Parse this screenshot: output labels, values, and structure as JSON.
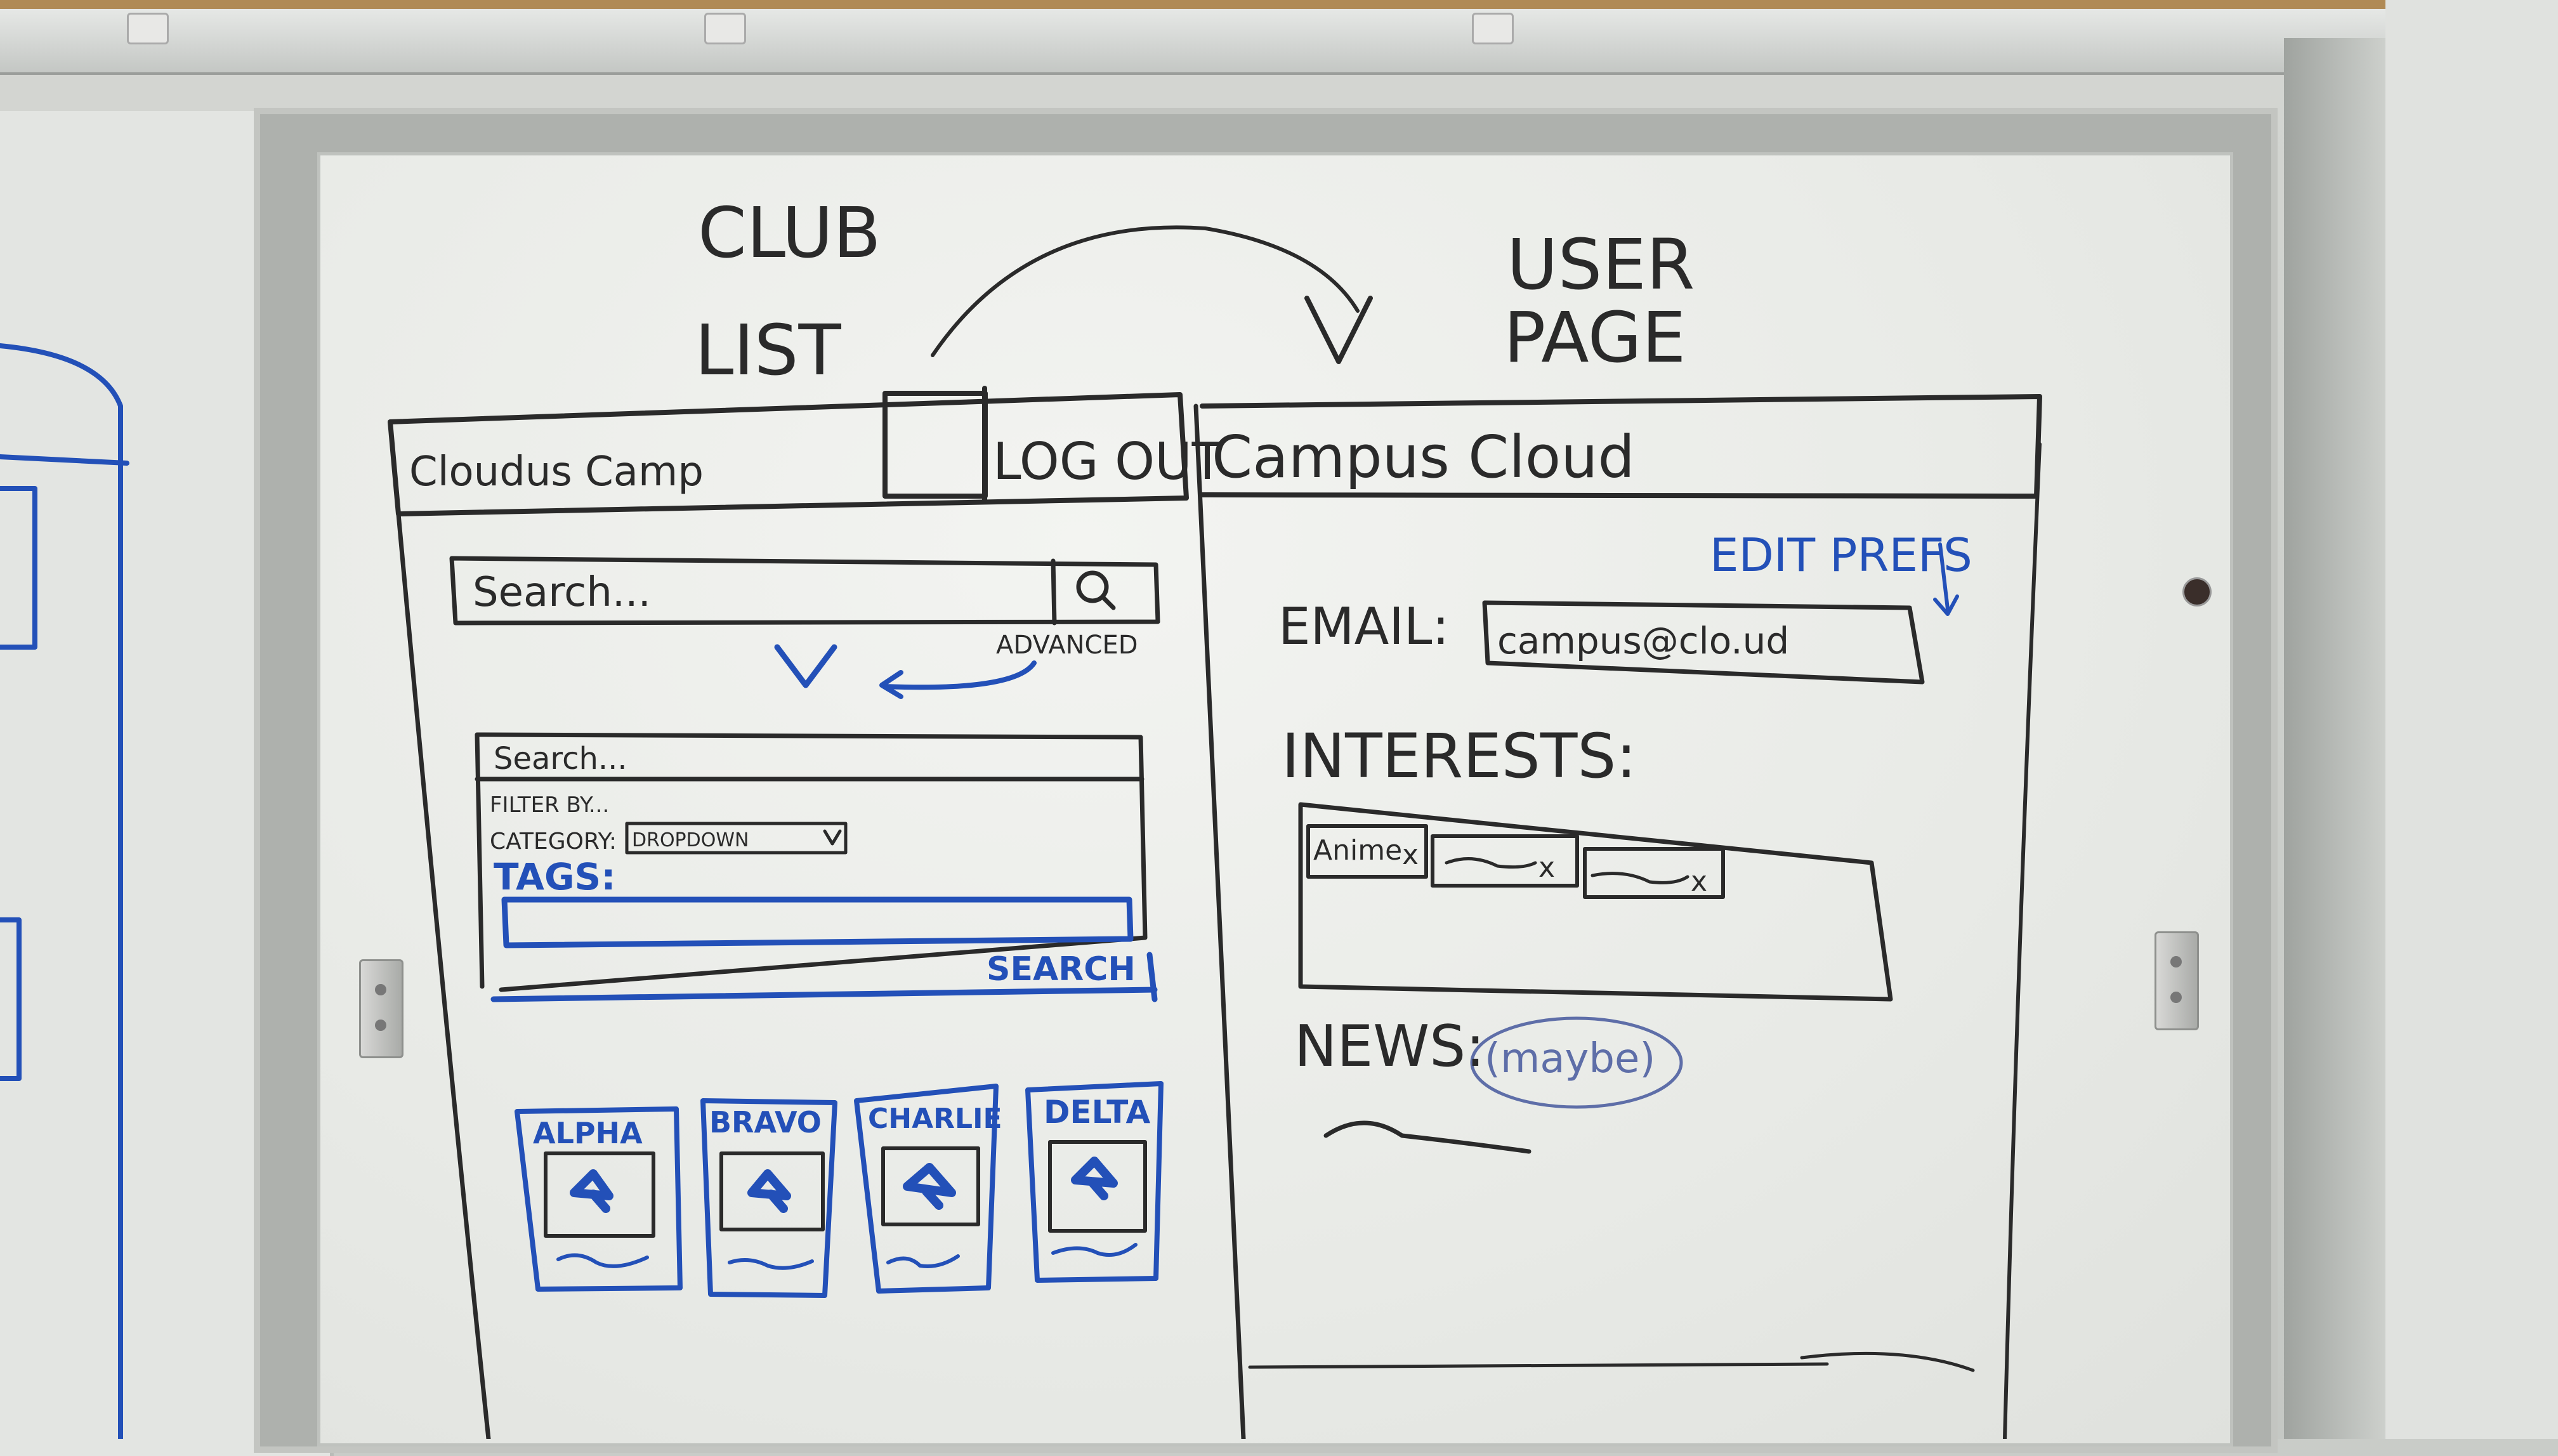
{
  "club_list": {
    "heading_line1": "CLUB",
    "heading_line2": "LIST",
    "app_title": "Cloudus Camp",
    "logout_label": "LOG OUT",
    "search_placeholder": "Search...",
    "search_icon": "magnifier-icon",
    "advanced_label": "ADVANCED",
    "advanced_panel": {
      "search_placeholder": "Search...",
      "filter_by_label": "FILTER BY...",
      "category_label": "CATEGORY:",
      "category_value": "DROPDOWN",
      "tags_label": "TAGS:",
      "search_button_label": "SEARCH"
    },
    "clubs": [
      {
        "name": "ALPHA"
      },
      {
        "name": "BRAVO"
      },
      {
        "name": "CHARLIE"
      },
      {
        "name": "DELTA"
      }
    ]
  },
  "user_page": {
    "heading_line1": "USER",
    "heading_line2": "PAGE",
    "app_title": "Campus Cloud",
    "edit_prefs_label": "EDIT PREFS",
    "email_label": "EMAIL:",
    "email_value": "campus@clo.ud",
    "interests_label": "INTERESTS:",
    "interests": [
      {
        "label": "Anime",
        "remove": "x"
      },
      {
        "label": "~~~",
        "remove": "x"
      },
      {
        "label": "~~~",
        "remove": "x"
      }
    ],
    "news_label": "NEWS:",
    "news_note": "(maybe)"
  },
  "colors": {
    "marker_black": "#2a2a2a",
    "marker_blue": "#2350b8",
    "board_white": "#eef0ec"
  }
}
